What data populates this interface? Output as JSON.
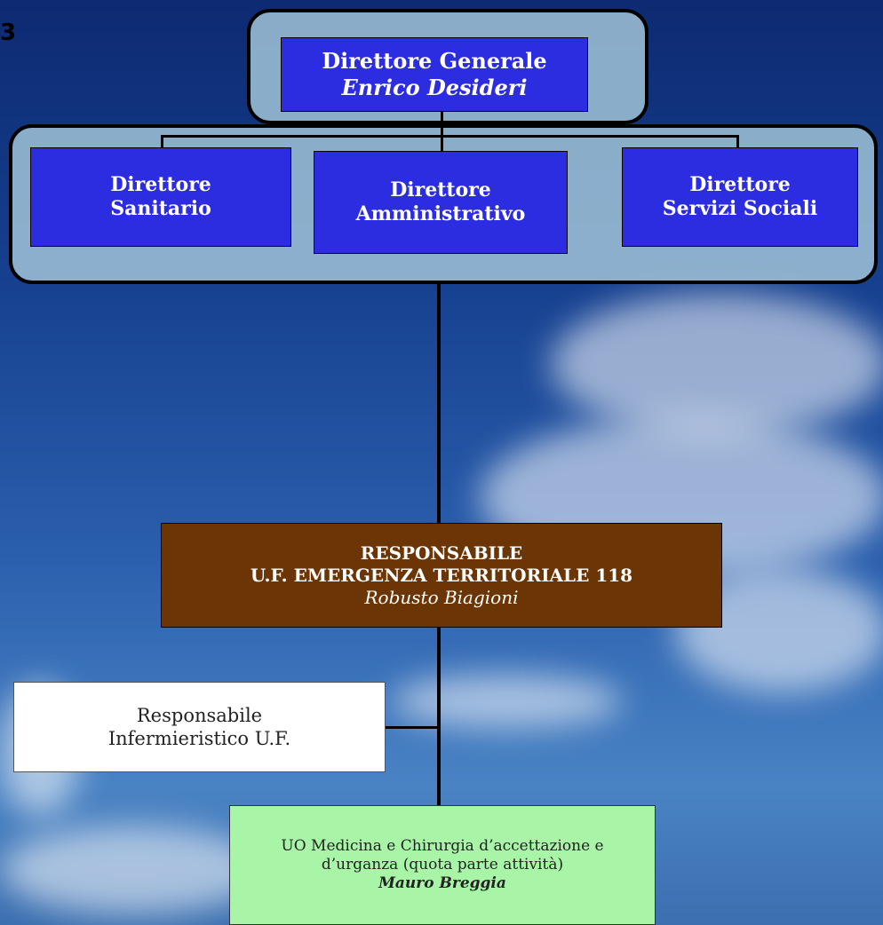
{
  "edge_text": "3",
  "top_group": {
    "title": "Direttore Generale",
    "name": "Enrico Desideri"
  },
  "directors": [
    {
      "line1": "Direttore",
      "line2": "Sanitario"
    },
    {
      "line1": "Direttore",
      "line2": "Amministrativo"
    },
    {
      "line1": "Direttore",
      "line2": "Servizi Sociali"
    }
  ],
  "responsabile_118": {
    "line1": "RESPONSABILE",
    "line2": "U.F. EMERGENZA TERRITORIALE 118",
    "name": "Robusto Biagioni"
  },
  "infermieristico": {
    "line1": "Responsabile",
    "line2": "Infermieristico U.F."
  },
  "uo_medicina": {
    "line1": "UO Medicina e Chirurgia d’accettazione e",
    "line2": "d’urganza (quota parte attività)",
    "name": "Mauro Breggia"
  },
  "colors": {
    "director_box": "#2c2ce0",
    "responsabile_box": "#6b3506",
    "uo_box": "#a8f5a8",
    "group_panel": "#a0c3d7"
  }
}
